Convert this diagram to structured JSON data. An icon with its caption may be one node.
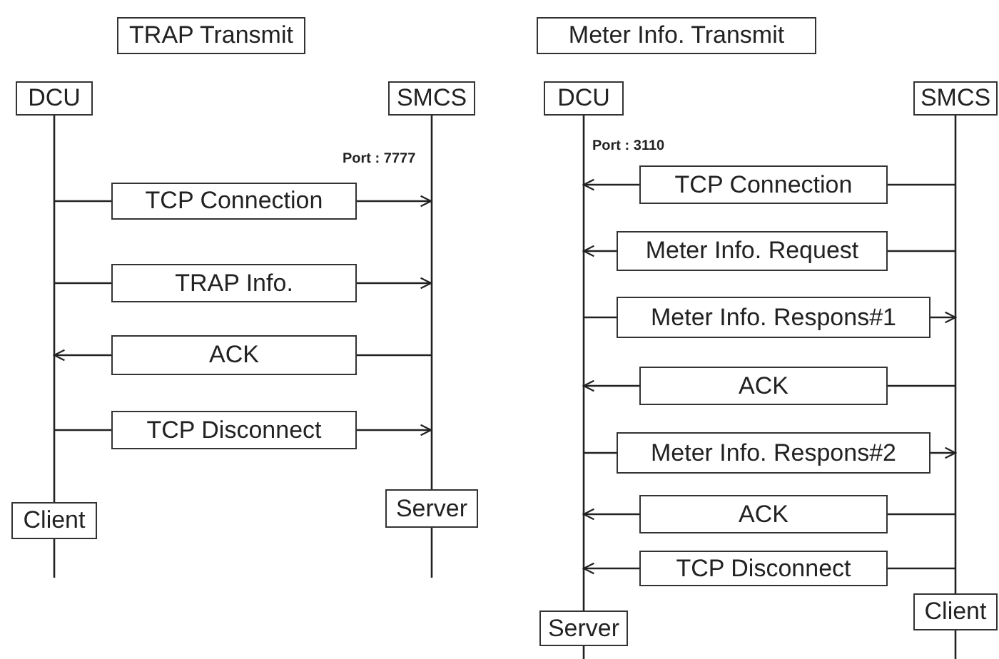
{
  "diagram": {
    "nodes": [
      {
        "text": [
          "TRAP Transmit"
        ]
      },
      {
        "text": [
          "DCU"
        ]
      },
      {
        "text": [
          "SMCS"
        ]
      },
      {
        "text": [
          "Client"
        ]
      },
      {
        "text": [
          "Server"
        ]
      },
      {
        "text": [
          "TCP Connection"
        ]
      },
      {
        "text": [
          "TRAP Info."
        ]
      },
      {
        "text": [
          "ACK"
        ]
      },
      {
        "text": [
          "TCP Disconnect"
        ]
      },
      {
        "text": [
          "Meter Info. Transmit"
        ]
      },
      {
        "text": [
          "DCU"
        ]
      },
      {
        "text": [
          "SMCS"
        ]
      },
      {
        "text": [
          "Server"
        ]
      },
      {
        "text": [
          "Client"
        ]
      },
      {
        "text": [
          "TCP Connection"
        ]
      },
      {
        "text": [
          "Meter Info. Request"
        ]
      },
      {
        "text": [
          "Meter Info. Respons#1"
        ]
      },
      {
        "text": [
          "ACK"
        ]
      },
      {
        "text": [
          "Meter Info. Respons#2"
        ]
      },
      {
        "text": [
          "ACK"
        ]
      },
      {
        "text": [
          "TCP Disconnect"
        ]
      }
    ],
    "edges": [
      {
        "from": 1,
        "to": 3,
        "arrow": "none"
      },
      {
        "from": 2,
        "to": 4,
        "arrow": "none"
      },
      {
        "from": 10,
        "to": 12,
        "arrow": "none"
      },
      {
        "from": 11,
        "to": 13,
        "arrow": "none"
      },
      {
        "from": null,
        "to": 5,
        "arrow": "none"
      },
      {
        "from": 5,
        "to": null,
        "arrow": "to"
      },
      {
        "from": null,
        "to": 6,
        "arrow": "none"
      },
      {
        "from": 6,
        "to": null,
        "arrow": "to"
      },
      {
        "from": null,
        "to": 7,
        "arrow": "none"
      },
      {
        "from": 7,
        "to": null,
        "arrow": "to"
      },
      {
        "from": null,
        "to": 8,
        "arrow": "none"
      },
      {
        "from": 8,
        "to": null,
        "arrow": "to"
      },
      {
        "from": null,
        "to": 14,
        "arrow": "none"
      },
      {
        "from": 14,
        "to": null,
        "arrow": "to"
      },
      {
        "from": null,
        "to": 15,
        "arrow": "none"
      },
      {
        "from": 15,
        "to": null,
        "arrow": "to"
      },
      {
        "from": null,
        "to": 16,
        "arrow": "none"
      },
      {
        "from": 16,
        "to": null,
        "arrow": "to"
      },
      {
        "from": null,
        "to": 17,
        "arrow": "none"
      },
      {
        "from": 17,
        "to": null,
        "arrow": "to"
      },
      {
        "from": null,
        "to": 18,
        "arrow": "none"
      },
      {
        "from": 18,
        "to": null,
        "arrow": "to"
      },
      {
        "from": null,
        "to": 19,
        "arrow": "none"
      },
      {
        "from": 19,
        "to": null,
        "arrow": "to"
      },
      {
        "from": null,
        "to": 20,
        "arrow": "none"
      },
      {
        "from": 20,
        "to": null,
        "arrow": "to"
      }
    ],
    "labels": [
      "Port : 7777",
      "Port : 3110"
    ]
  }
}
